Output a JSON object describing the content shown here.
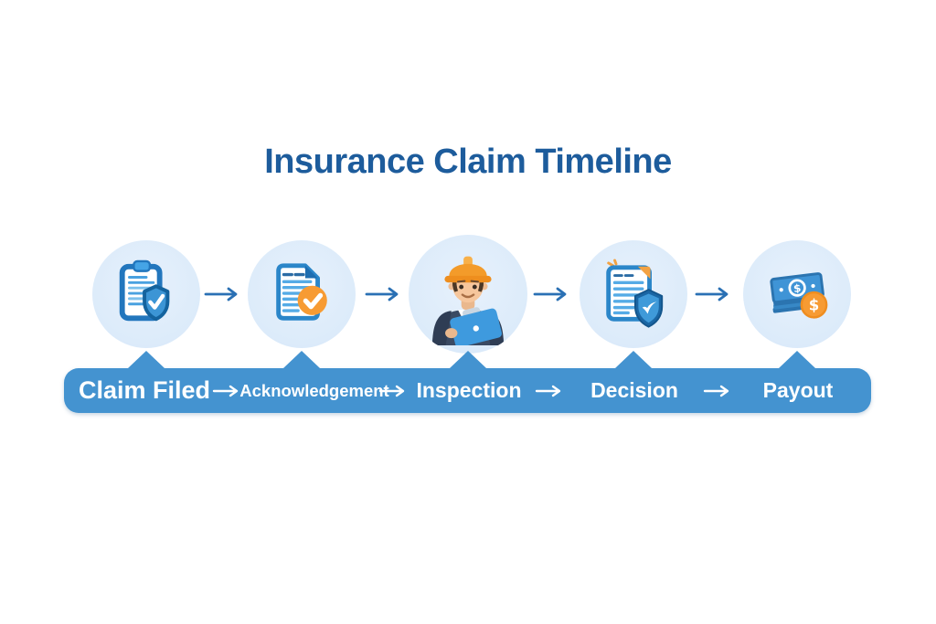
{
  "title": "Insurance Claim Timeline",
  "arrow_glyph": "→",
  "colors": {
    "background": "#ffffff",
    "title_text": "#1d5c9c",
    "banner": "#4493d0",
    "banner_text": "#ffffff",
    "circle_background": "#dcebfa",
    "connector_arrow": "#2a70b4",
    "accent_orange": "#f79b33",
    "icon_blue": "#3f94d6",
    "icon_blue_dark": "#2b74b0"
  },
  "steps": [
    {
      "label": "Claim Filed",
      "icon": "clipboard-shield-check-icon"
    },
    {
      "label": "Acknowledgement",
      "icon": "document-check-icon"
    },
    {
      "label": "Inspection",
      "icon": "inspector-person-icon"
    },
    {
      "label": "Decision",
      "icon": "document-shield-icon"
    },
    {
      "label": "Payout",
      "icon": "money-stack-coin-icon",
      "currency_symbol": "$"
    }
  ]
}
